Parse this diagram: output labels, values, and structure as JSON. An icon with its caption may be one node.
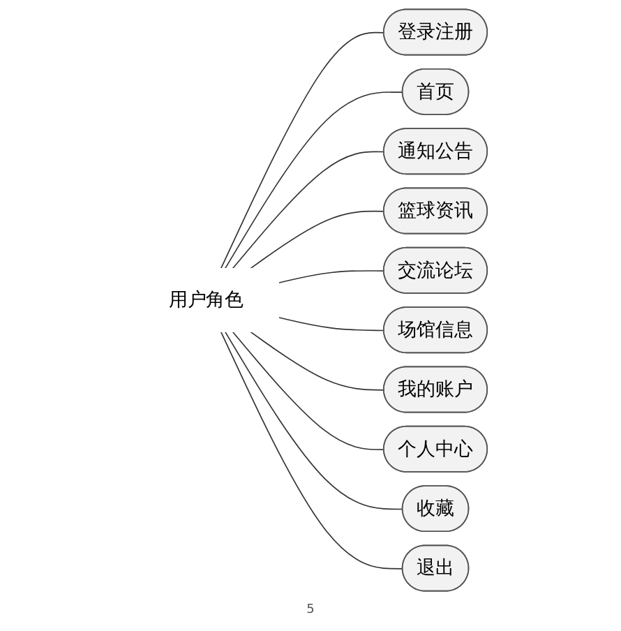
{
  "diagram": {
    "nodes": [
      {
        "text": [
          "用户角色"
        ]
      },
      {
        "text": [
          "登录注册"
        ]
      },
      {
        "text": [
          "首页"
        ]
      },
      {
        "text": [
          "通知公告"
        ]
      },
      {
        "text": [
          "篮球资讯"
        ]
      },
      {
        "text": [
          "交流论坛"
        ]
      },
      {
        "text": [
          "场馆信息"
        ]
      },
      {
        "text": [
          "我的账户"
        ]
      },
      {
        "text": [
          "个人中心"
        ]
      },
      {
        "text": [
          "收藏"
        ]
      },
      {
        "text": [
          "退出"
        ]
      }
    ],
    "edges": [
      {
        "from": 0,
        "to": 1,
        "arrow": "none"
      },
      {
        "from": 0,
        "to": 2,
        "arrow": "none"
      },
      {
        "from": 0,
        "to": 3,
        "arrow": "none"
      },
      {
        "from": 0,
        "to": 4,
        "arrow": "none"
      },
      {
        "from": 0,
        "to": 5,
        "arrow": "none"
      },
      {
        "from": 0,
        "to": 6,
        "arrow": "none"
      },
      {
        "from": 0,
        "to": 7,
        "arrow": "none"
      },
      {
        "from": 0,
        "to": 8,
        "arrow": "none"
      },
      {
        "from": 0,
        "to": 9,
        "arrow": "none"
      },
      {
        "from": 0,
        "to": 10,
        "arrow": "none"
      }
    ],
    "labels": [
      "5"
    ]
  }
}
